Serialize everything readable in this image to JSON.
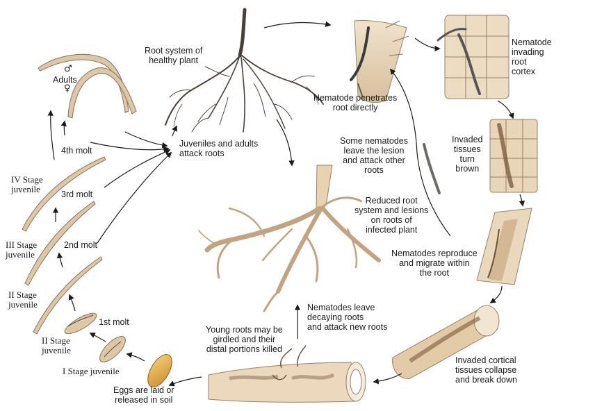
{
  "labels": {
    "healthy_root": [
      "Root system of",
      "healthy plant"
    ],
    "juv_adults_attack": [
      "Juveniles and adults",
      "attack roots"
    ],
    "penetrates": [
      "Nematode penetrates",
      "root directly"
    ],
    "invading_cortex": [
      "Nematode",
      "invading",
      "root",
      "cortex"
    ],
    "some_leave": [
      "Some nematodes",
      "leave the lesion",
      "and attack other",
      "roots"
    ],
    "tissues_brown": [
      "Invaded",
      "tissues",
      "turn",
      "brown"
    ],
    "reduced_root": [
      "Reduced root",
      "system and lesions",
      "on roots of",
      "infected plant"
    ],
    "reproduce": [
      "Nematodes reproduce",
      "and migrate within",
      "the root"
    ],
    "leave_decaying": [
      "Nematodes leave",
      "decaying roots",
      "and attack new roots"
    ],
    "girdled": [
      "Young roots may be",
      "girdled and their",
      "distal portions killed"
    ],
    "collapse": [
      "Invaded cortical",
      "tissues collapse",
      "and break down"
    ],
    "eggs": [
      "Eggs are laid or",
      "released in soil"
    ],
    "stage1": "I Stage juvenile",
    "molt1": "1st molt",
    "stage2a": [
      "II Stage",
      "juvenile"
    ],
    "stage2b": [
      "II Stage",
      "juvenile"
    ],
    "molt2": "2nd molt",
    "stage3": [
      "III Stage",
      "juvenile"
    ],
    "molt3": "3rd molt",
    "stage4": [
      "IV Stage",
      "juvenile"
    ],
    "molt4": "4th molt",
    "adults": "Adults",
    "male_symbol": "♂",
    "female_symbol": "♀"
  },
  "colors": {
    "worm": "#dcc7a7",
    "worm_outline": "#8a7258",
    "root": "#e8d6bc",
    "lesion": "#8e7156",
    "arrow": "#1a1a1a"
  }
}
